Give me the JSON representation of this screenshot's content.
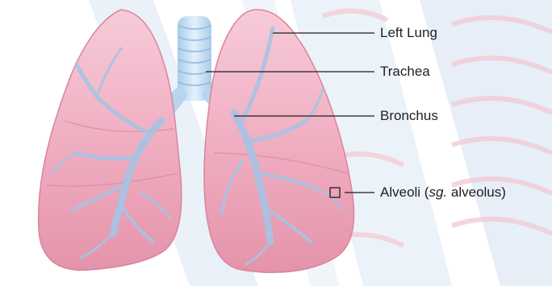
{
  "diagram": {
    "labels": {
      "left_lung": "Left Lung",
      "trachea": "Trachea",
      "bronchus": "Bronchus",
      "alveoli_prefix": "Alveoli (",
      "alveoli_abbrev": "sg.",
      "alveoli_suffix": " alveolus)"
    },
    "colors": {
      "lung_fill": "#f2b9c9",
      "lung_shade": "#e79ab0",
      "airway": "#b8d4ee",
      "trachea": "#cfe5f8",
      "background_band": "#dfeaf6",
      "rib_stripe": "#f1c9d2",
      "leader_line": "#1e1e1e"
    }
  }
}
